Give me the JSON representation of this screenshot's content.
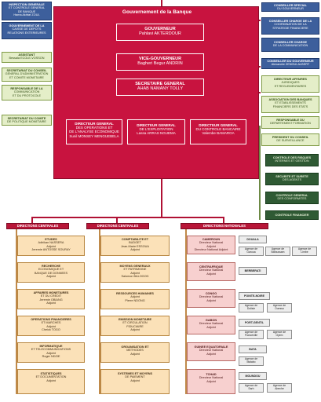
{
  "gov": {
    "title": "Gouvernement de la Banque",
    "gouverneur": [
      "GOUVERNEUR",
      "Pahlavi AKTERDOUR"
    ],
    "vice": [
      "VICE-GOUVERNEUR",
      "Bagheri Begur ANDRIN"
    ],
    "sg": [
      "SECRETAIRE GENERAL",
      "AHAB NAMANY TOLLY"
    ]
  },
  "left_blue": [
    {
      "lines": [
        "INSPECTION GENERALE",
        "ET CONTROLE GENERAL",
        "DE BANQUE",
        "Hama Akhtar ZOUL"
      ]
    },
    {
      "lines": [
        "GOUVERNEMENT DE LA",
        "CAISSE DE DEPOTS",
        "RELATIONS EXTERIEURES"
      ]
    }
  ],
  "left_green": [
    {
      "lines": [
        "ASSISTANT",
        "Bessala ECOLE-VOSSON"
      ]
    },
    {
      "lines": [
        "SECRETARIAT DU CONSEIL",
        "GENERAL D'ADMINISTRATION",
        "ET COMITE MONETAIRE"
      ]
    },
    {
      "lines": [
        "RESPONSABLE DE LA",
        "COMMUNICATION",
        "ET DU PROTOCOLE"
      ]
    },
    {
      "lines": [
        "SECRETARIAT DU COMITE",
        "DE POLITIQUE MONETAIRE"
      ]
    }
  ],
  "directions": [
    {
      "lines": [
        "DIRECTEUR GENERAL",
        "DES OPERATIONS ET",
        "DE L'ANALYSE ECONOMIQUE",
        "Sunil MONSEY MENGUEBELA"
      ]
    },
    {
      "lines": [
        "DIRECTEUR GENERAL",
        "DE L'EXPLOITATION",
        "Lassa ARRAS NGUEMA"
      ]
    },
    {
      "lines": [
        "DIRECTEUR GENERAL",
        "DU CONTROLE BANCAIRE",
        "Valembe BAMAROA"
      ]
    }
  ],
  "right_blue": [
    {
      "lines": [
        "CONSEILLER SPECIAL",
        "DU GOUVERNEUR"
      ]
    },
    {
      "lines": [
        "CONSEILLER CHARGE DE LA",
        "COORDINATION DE LA",
        "STRATEGIE FINANCIERE"
      ]
    },
    {
      "lines": [
        "CONSEILLER CHARGE",
        "DE LA COMMUNICATION"
      ]
    },
    {
      "lines": [
        "CONSEILLER DU GOUVERNEUR",
        "Alexandre ZENGUI-ALBERT"
      ]
    }
  ],
  "right_green": [
    {
      "lines": [
        "DIRECTEUR AFFAIRES",
        "JURIDIQUES",
        "ET REGLEMENTAIRES"
      ]
    },
    {
      "lines": [
        "ASSOCIATION DES BANQUES",
        "ET ETABLISSEMENTS",
        "FINANCIERS DES ETATS"
      ]
    },
    {
      "lines": [
        "RESPONSABLE DU",
        "DEPARTEMENT FORMATION"
      ]
    },
    {
      "lines": [
        "PRESIDENT DU CONSEIL",
        "DE SURVEILLANCE"
      ]
    }
  ],
  "right_dark": [
    {
      "lines": [
        "CONTROLE DES RISQUES",
        "INTERNES ET GESTION"
      ]
    },
    {
      "lines": [
        "SECURITE ET SURETE",
        "DES AGENTS"
      ]
    },
    {
      "lines": [
        "CONTROLE GENERAL",
        "DES CONFORMITES"
      ]
    },
    {
      "lines": [
        "CONTROLE FINANCIER"
      ]
    }
  ],
  "col_headers": [
    "DIRECTIONS CENTRALES",
    "DIRECTIONS CENTRALES",
    "DIRECTIONS NATIONALES"
  ],
  "col_left": [
    {
      "lines": [
        "ETUDES",
        "Adhikan NASSERA",
        "Adjoint",
        "Jeremie ANTOSSE SOURAY"
      ]
    },
    {
      "lines": [
        "RECHERCHE",
        "ECONOMIQUE ET",
        "BANQUE DE DONNEES",
        "Adjoint"
      ]
    },
    {
      "lines": [
        "AFFAIRES MONETAIRES",
        "ET DU CREDIT",
        "Jeremie OBIANG",
        "Adjoint"
      ]
    },
    {
      "lines": [
        "OPERATIONS FINANCIERES",
        "ET MARCHES",
        "Adjoint",
        "Cheick TOGO"
      ]
    },
    {
      "lines": [
        "INFORMATIQUE",
        "ET TELECOMMUNICATIONS",
        "Adjoint",
        "Roger NDZIE"
      ]
    },
    {
      "lines": [
        "STATISTIQUES",
        "ET DOCUMENTATION",
        "Adjoint"
      ]
    }
  ],
  "col_mid": [
    {
      "lines": [
        "COMPTABILITE ET",
        "BUDGET",
        "Jean-Marie ESSOUA",
        "Adjoint"
      ]
    },
    {
      "lines": [
        "MOYENS GENERAUX",
        "ET PATRIMOINE",
        "Adjoint",
        "Salomon BALOGOG"
      ]
    },
    {
      "lines": [
        "RESSOURCES HUMAINES",
        "Adjoint",
        "Pierre NDONG"
      ]
    },
    {
      "lines": [
        "EMISSION MONETAIRE",
        "ET CIRCULATION",
        "FIDUCIAIRE",
        "Adjoint"
      ]
    },
    {
      "lines": [
        "ORGANISATION ET",
        "METHODES",
        "Adjoint"
      ]
    },
    {
      "lines": [
        "SYSTEMES ET MOYENS",
        "DE PAIEMENT",
        "Adjoint"
      ]
    }
  ],
  "col_right": [
    {
      "lines": [
        "CAMEROUN",
        "Directeur National",
        "Adjoint",
        "Directeur National Adjoint"
      ]
    },
    {
      "lines": [
        "CENTRAFRIQUE",
        "Directeur National",
        "Adjoint"
      ]
    },
    {
      "lines": [
        "CONGO",
        "Directeur National",
        "Adjoint"
      ]
    },
    {
      "lines": [
        "GABON",
        "Directeur National",
        "Adjoint"
      ]
    },
    {
      "lines": [
        "GUINEE EQUATORIALE",
        "Directeur National",
        "Adjoint"
      ]
    },
    {
      "lines": [
        "TCHAD",
        "Directeur National",
        "Adjoint"
      ]
    }
  ],
  "agencies": [
    {
      "lines": [
        "DOUALA"
      ]
    },
    {
      "lines": [
        "Agence de",
        "Garoua"
      ]
    },
    {
      "lines": [
        "Agence de",
        "Bafoussam"
      ]
    },
    {
      "lines": [
        "Agence de",
        "Limbe"
      ]
    },
    {
      "lines": [
        "BERBERATI"
      ]
    },
    {
      "lines": [
        "POINTE-NOIRE"
      ]
    },
    {
      "lines": [
        "Agence de",
        "Dolisie"
      ]
    },
    {
      "lines": [
        "Agence de",
        "Ouesso"
      ]
    },
    {
      "lines": [
        "PORT-GENTIL"
      ]
    },
    {
      "lines": [
        "Agence de",
        "Franceville"
      ]
    },
    {
      "lines": [
        "Agence de",
        "Oyem"
      ]
    },
    {
      "lines": [
        "BATA"
      ]
    },
    {
      "lines": [
        "Agence de",
        "Malabo"
      ]
    },
    {
      "lines": [
        "MOUNDOU"
      ]
    },
    {
      "lines": [
        "Agence de",
        "Sarh"
      ]
    },
    {
      "lines": [
        "Agence de",
        "Abeche"
      ]
    }
  ]
}
